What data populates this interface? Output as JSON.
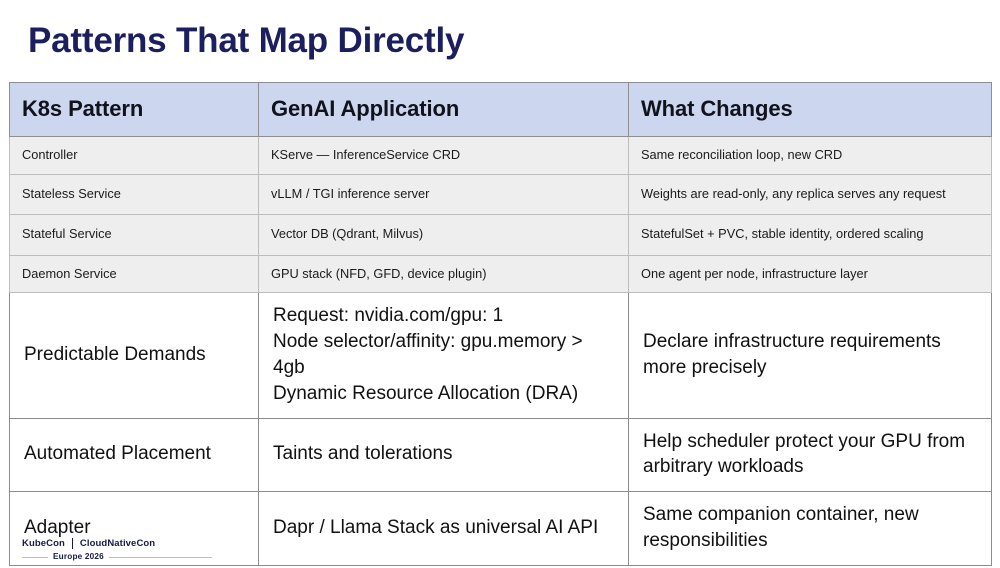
{
  "slide": {
    "title": "Patterns That Map Directly",
    "title_color": "#1b1f5e"
  },
  "table": {
    "header_bg": "#ccd7ef",
    "shaded_row_bg": "#eeeeee",
    "plain_row_bg": "#ffffff",
    "columns": [
      "K8s Pattern",
      "GenAI Application",
      "What Changes"
    ],
    "rows": [
      {
        "style": "compact",
        "pattern": "Controller",
        "application": "KServe — InferenceService CRD",
        "changes": "Same reconciliation loop, new CRD"
      },
      {
        "style": "compact",
        "pattern": "Stateless Service",
        "application": "vLLM / TGI inference server",
        "changes": "Weights are read-only, any replica serves any request"
      },
      {
        "style": "compact",
        "pattern": "Stateful Service",
        "application": "Vector DB (Qdrant, Milvus)",
        "changes": "StatefulSet + PVC, stable identity, ordered scaling"
      },
      {
        "style": "compact",
        "pattern": "Daemon Service",
        "application": "GPU stack (NFD, GFD, device plugin)",
        "changes": "One agent per node, infrastructure layer"
      },
      {
        "style": "large",
        "pattern": "Predictable Demands",
        "application_lines": [
          "Request: nvidia.com/gpu: 1",
          "Node selector/affinity:  gpu.memory > 4gb",
          "Dynamic Resource Allocation (DRA)"
        ],
        "changes": "Declare infrastructure requirements more precisely"
      },
      {
        "style": "large",
        "pattern": "Automated Placement",
        "application_lines": [
          "Taints and tolerations"
        ],
        "changes": "Help scheduler protect your GPU from arbitrary workloads"
      },
      {
        "style": "large",
        "pattern": "Adapter",
        "application_lines": [
          "Dapr / Llama Stack as universal AI API"
        ],
        "changes": "Same companion container, new responsibilities"
      }
    ]
  },
  "footer": {
    "brand_left": "KubeCon",
    "brand_right": "CloudNativeCon",
    "edition": "Europe 2026"
  }
}
